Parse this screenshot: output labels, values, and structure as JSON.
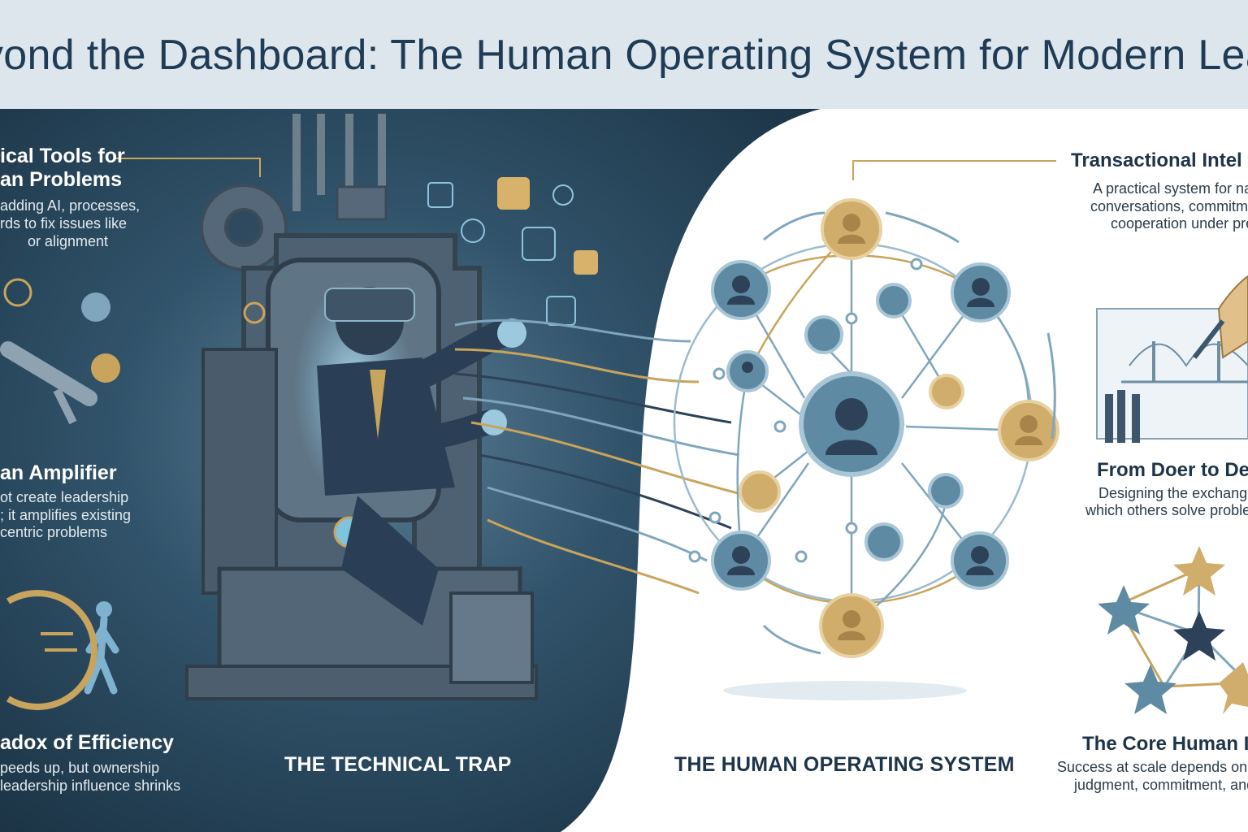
{
  "title": "yond the Dashboard:  The Human Operating System for Modern Lead",
  "left_panel": {
    "sections": [
      {
        "heading_lines": [
          "ical Tools for",
          "an Problems"
        ],
        "body_lines": [
          "adding AI, processes,",
          "rds to fix issues like",
          "or alignment"
        ]
      },
      {
        "heading_lines": [
          "an Amplifier"
        ],
        "body_lines": [
          "ot create leadership",
          "; it amplifies existing",
          "centric problems"
        ]
      },
      {
        "heading_lines": [
          "adox of Efficiency"
        ],
        "body_lines": [
          "peeds up, but ownership",
          "leadership influence shrinks"
        ]
      }
    ],
    "caption": "THE TECHNICAL TRAP"
  },
  "center": {
    "caption": "THE HUMAN OPERATING SYSTEM"
  },
  "right_panel": {
    "sections": [
      {
        "heading": "Transactional Intel",
        "body_lines": [
          "A practical system for na",
          "conversations, commitm",
          "cooperation under pre"
        ]
      },
      {
        "heading": "From Doer to De",
        "body_lines": [
          "Designing the exchange",
          "which others solve problem"
        ]
      },
      {
        "heading": "The Core Human I",
        "body_lines": [
          "Success at scale depends on a",
          "judgment, commitment, and"
        ]
      }
    ]
  },
  "colors": {
    "title_bg": "#dde6ed",
    "title_text": "#1f3b55",
    "dark_panel": "#2e4e65",
    "accent_gold": "#c9a45c",
    "accent_blue": "#7fa6bd",
    "node_blue": "#5f8aa3"
  },
  "icons": [
    "person-icon",
    "gear-icon",
    "chart-icon",
    "handshake-icon",
    "star-icon",
    "bridge-blueprint-icon",
    "pen-hand-icon",
    "vr-headset-icon",
    "multitool-icon",
    "walking-figure-icon"
  ]
}
